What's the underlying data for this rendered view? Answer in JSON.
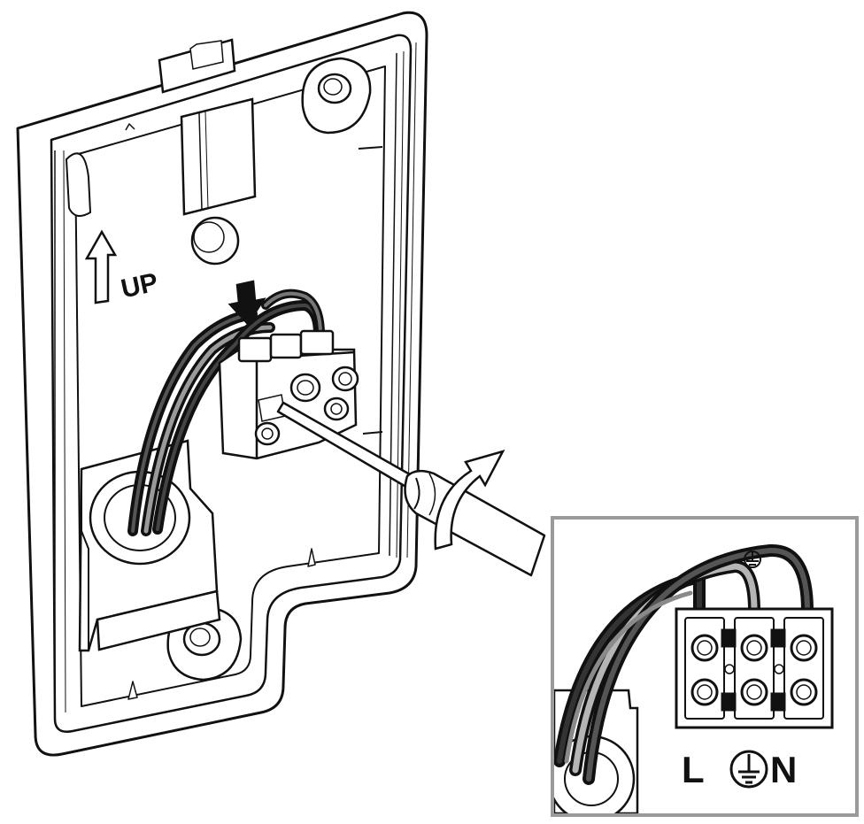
{
  "main_plate": {
    "orientation_label": "UP"
  },
  "inset": {
    "terminal_labels": {
      "live": "L",
      "neutral": "N"
    },
    "earth_symbol": "earth-ground-icon"
  },
  "icons": [
    "up-arrow-icon",
    "push-down-arrow-icon",
    "rotation-arrow-icon",
    "earth-ground-icon",
    "screwdriver-icon"
  ],
  "colors": {
    "line": "#111111",
    "panel": "#ffffff",
    "wire_dark": "#1f1f1f",
    "wire_grey": "#8a8a8a",
    "wire_light": "#b5b5b5",
    "inset_border": "#9a9a9a"
  }
}
